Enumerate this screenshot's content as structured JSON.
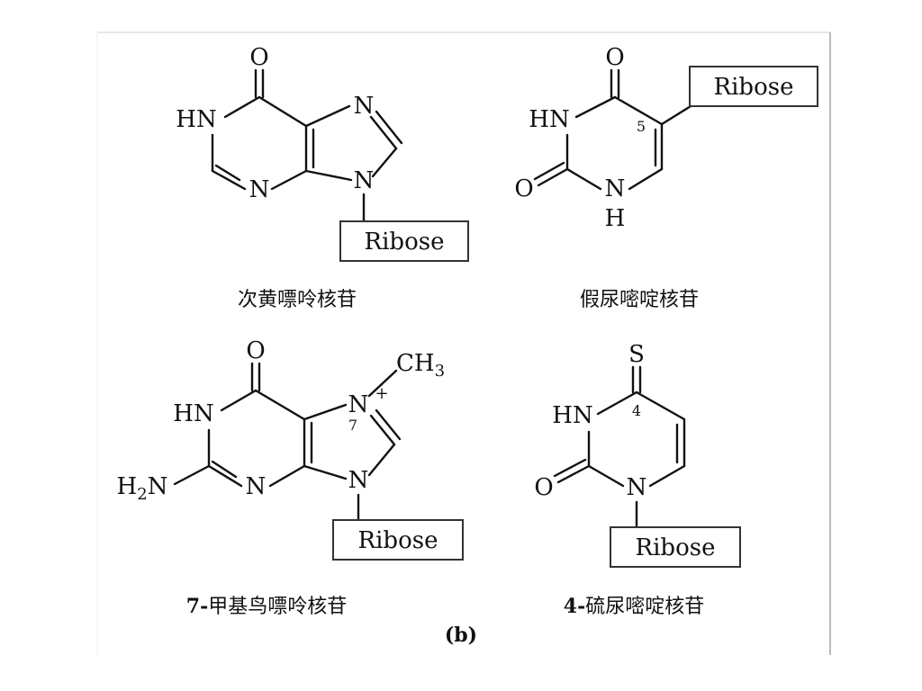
{
  "atoms": {
    "O": "O",
    "N": "N",
    "HN": "HN",
    "H": "H",
    "S": "S",
    "H2N_H": "H",
    "H2N_2": "2",
    "H2N_N": "N",
    "CH": "CH",
    "CH_3": "3",
    "plus": "+"
  },
  "ring_positions": {
    "pos5": "5",
    "pos7": "7",
    "pos4": "4"
  },
  "ribose_label": "Ribose",
  "captions": {
    "inosine": "次黄嘌呤核苷",
    "pseudouridine": "假尿嘧啶核苷",
    "m7g_prefix": "7-",
    "m7g_rest": "甲基鸟嘌呤核苷",
    "thiouridine_prefix": "4-",
    "thiouridine_rest": "硫尿嘧啶核苷"
  },
  "figure_label": "(b)",
  "colors": {
    "ink": "#111111",
    "frame": "#bbbbbb",
    "box_border": "#333333"
  }
}
